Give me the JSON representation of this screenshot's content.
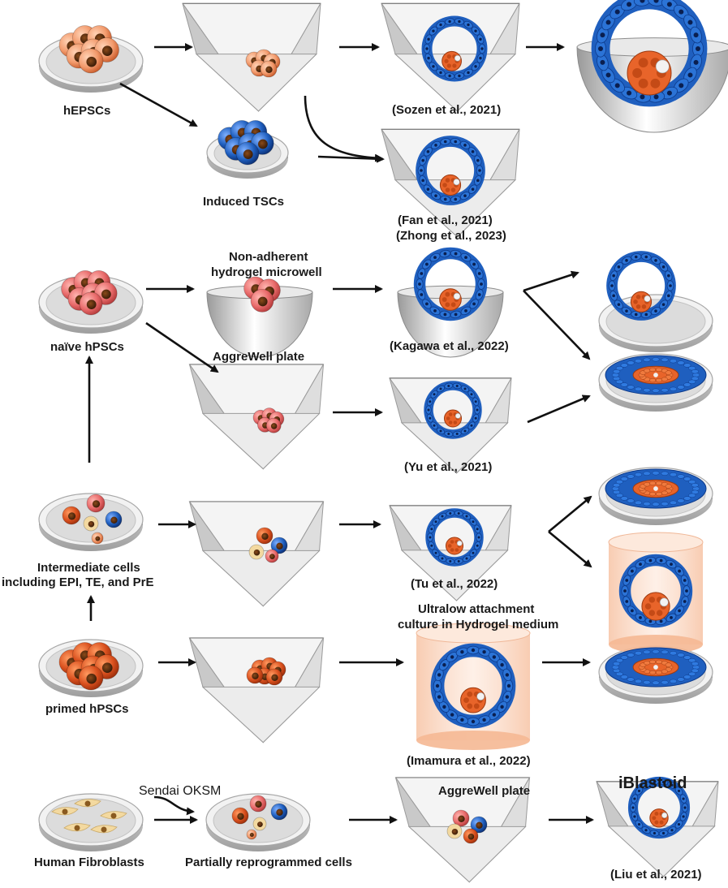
{
  "labels": {
    "hepscs": "hEPSCs",
    "induced_tscs": "Induced TSCs",
    "sozen": "(Sozen et al., 2021)",
    "fan": "(Fan et al., 2021)",
    "zhong": "(Zhong et al., 2023)",
    "non_adherent_1": "Non-adherent",
    "non_adherent_2": "hydrogel microwell",
    "naive": "naïve hPSCs",
    "aggrewell_1": "AggreWell plate",
    "kagawa": "(Kagawa et al., 2022)",
    "yu": "(Yu et al., 2021)",
    "intermediate_1": "Intermediate cells",
    "intermediate_2": "including EPI, TE, and PrE",
    "tu": "(Tu et al., 2022)",
    "ultralow_1": "Ultralow attachment",
    "ultralow_2": "culture in Hydrogel medium",
    "primed": "primed hPSCs",
    "imamura": "(Imamura et al., 2022)",
    "sendai": "Sendai OKSM",
    "aggrewell_2": "AggreWell plate",
    "iblastoid": "iBlastoid",
    "fibroblasts": "Human Fibroblasts",
    "partially": "Partially reprogrammed cells",
    "liu": "(Liu et al., 2021)"
  },
  "colors": {
    "trophectoderm": "#1f5fbf",
    "epiblast": "#e8642a",
    "hepsc_cell": "#f2a27a",
    "naive_cell": "#e86a6a",
    "primed_cell": "#d9501e",
    "fibroblast": "#f3d9a0",
    "hydrogel": "#fbd9c4",
    "dish": "#e4e4e4",
    "arrow": "#111111"
  }
}
